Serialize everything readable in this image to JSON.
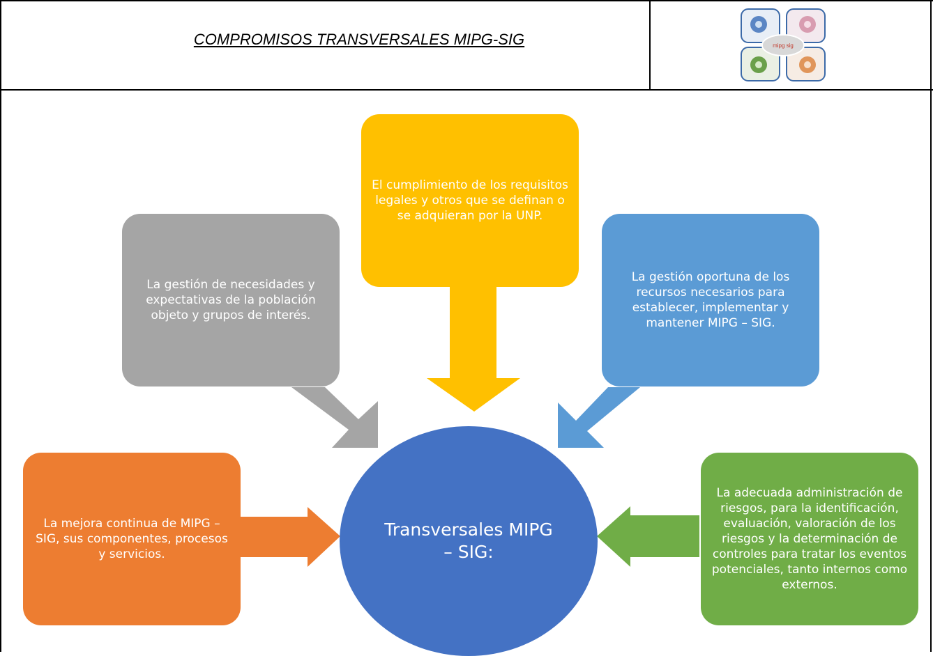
{
  "header": {
    "title": "COMPROMISOS TRANSVERSALES MIPG-SIG",
    "logo": {
      "icon_name": "mipg-sig-logo",
      "text": "mipg sig"
    }
  },
  "diagram": {
    "center": {
      "label": "Transversales MIPG – SIG:",
      "color": "#4472C4"
    },
    "boxes": [
      {
        "id": "top",
        "text": "El cumplimiento de los requisitos legales y otros que se definan o se adquieran por la UNP.",
        "color": "#FFC000"
      },
      {
        "id": "upper-left",
        "text": "La gestión de necesidades y expectativas de la población objeto y grupos de interés.",
        "color": "#A5A5A5"
      },
      {
        "id": "upper-right",
        "text": "La gestión oportuna de los recursos necesarios para establecer, implementar y mantener MIPG – SIG.",
        "color": "#5B9BD5"
      },
      {
        "id": "left",
        "text": "La mejora continua de MIPG – SIG, sus componentes, procesos y servicios.",
        "color": "#ED7D31"
      },
      {
        "id": "right",
        "text": "La adecuada administración de riesgos, para la identificación, evaluación, valoración de los riesgos y la determinación de controles para tratar los eventos potenciales, tanto internos como externos.",
        "color": "#70AD47"
      }
    ]
  }
}
